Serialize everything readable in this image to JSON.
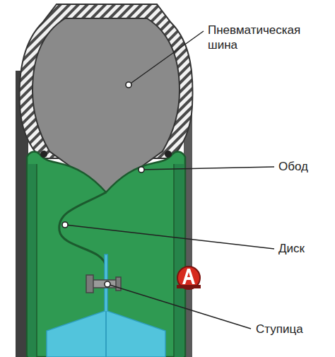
{
  "diagram": {
    "labels": [
      "Пневматическая шина",
      "Обод",
      "Диск",
      "Ступица"
    ]
  }
}
